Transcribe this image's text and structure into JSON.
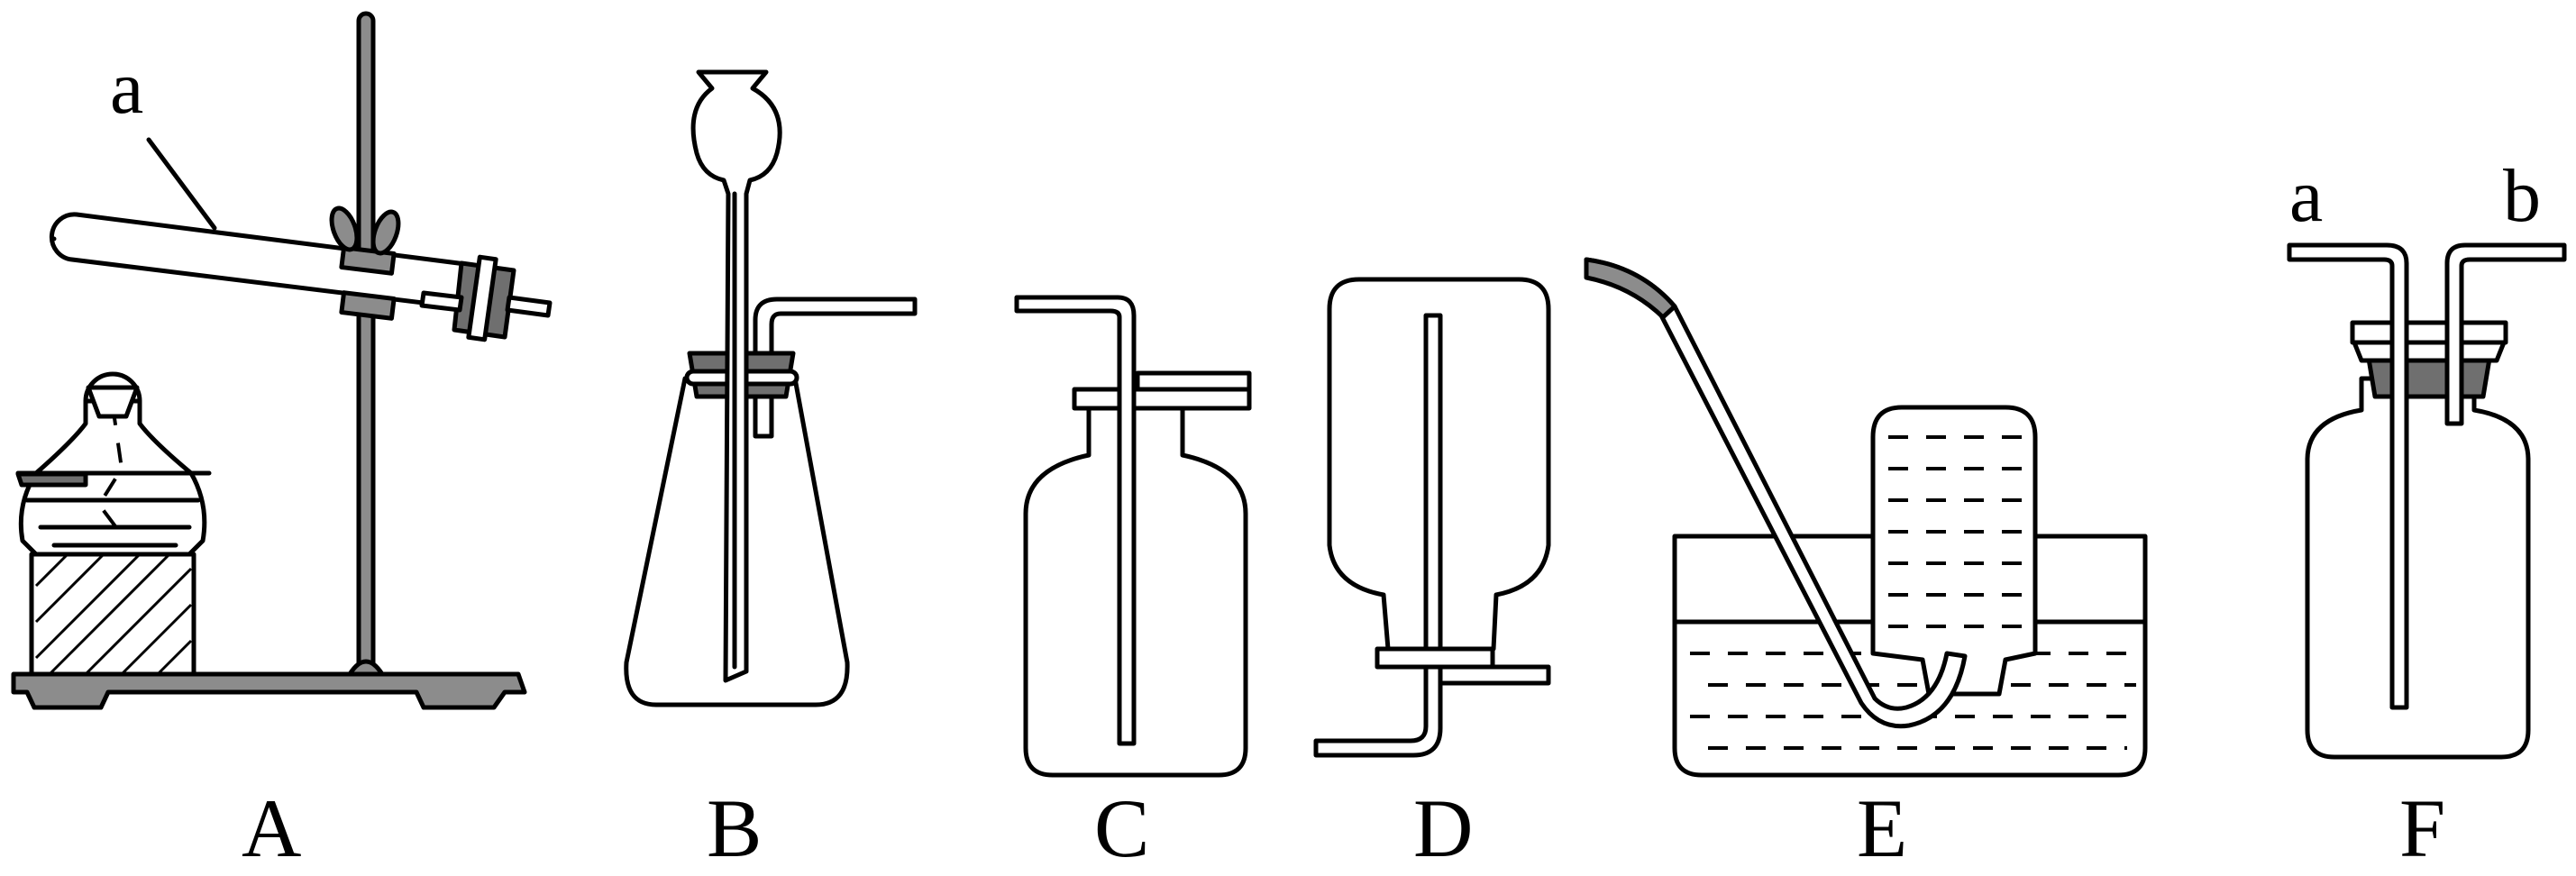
{
  "diagram": {
    "apparatus": [
      {
        "id": "A",
        "caption": "A",
        "labels": [
          "a"
        ]
      },
      {
        "id": "B",
        "caption": "B",
        "labels": []
      },
      {
        "id": "C",
        "caption": "C",
        "labels": []
      },
      {
        "id": "D",
        "caption": "D",
        "labels": []
      },
      {
        "id": "E",
        "caption": "E",
        "labels": []
      },
      {
        "id": "F",
        "caption": "F",
        "labels": [
          "a",
          "b"
        ]
      }
    ],
    "colors": {
      "line": "#000000",
      "stopper": "#8c8c8c",
      "background": "#ffffff"
    }
  }
}
